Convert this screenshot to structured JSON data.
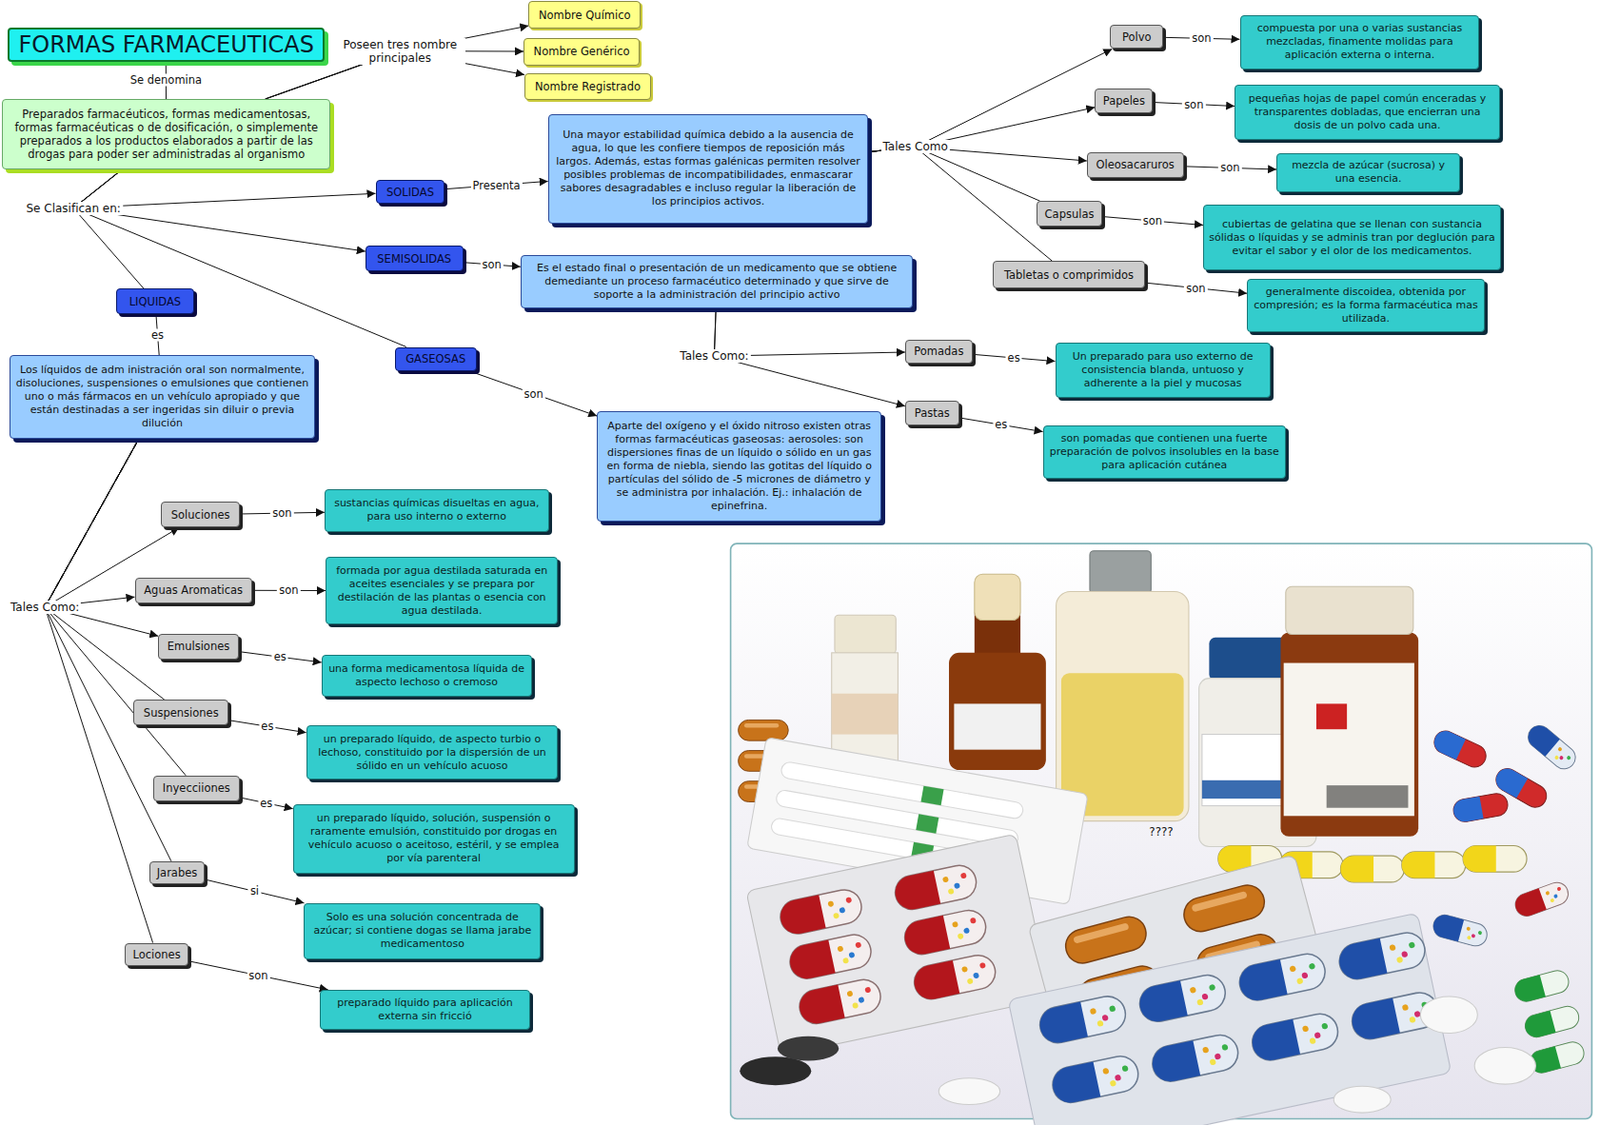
{
  "diagram": {
    "nodes": [
      {
        "text": [
          "FORMAS FARMACEUTICAS"
        ]
      },
      {
        "text": [
          "Nombre Químico"
        ]
      },
      {
        "text": [
          "Nombre Genérico"
        ]
      },
      {
        "text": [
          "Nombre Registrado"
        ]
      },
      {
        "text": [
          "Preparados farmacéuticos, formas medicamentosas, formas farmacéuticas o de dosificación, o simplemente preparados a los productos elaborados a partir de las drogas para poder ser administradas al organismo"
        ]
      },
      {
        "text": [
          "SOLIDAS"
        ]
      },
      {
        "text": [
          "Una mayor estabilidad química debido a la ausencia de agua, lo que les confiere tiempos de reposición más largos. Además, estas formas galénicas permiten resolver posibles problemas de incompatibilidades, enmascarar sabores desagradables e incluso regular la liberación de los principios activos."
        ]
      },
      {
        "text": [
          "Polvo"
        ]
      },
      {
        "text": [
          "compuesta por una o varias sustancias mezcladas, finamente molidas para aplicación externa o interna."
        ]
      },
      {
        "text": [
          "Papeles"
        ]
      },
      {
        "text": [
          "pequeñas hojas de papel común enceradas y transparentes dobladas, que encierran una dosis de un polvo cada una."
        ]
      },
      {
        "text": [
          "Oleosacaruros"
        ]
      },
      {
        "text": [
          "mezcla de azúcar (sucrosa) y una esencia."
        ]
      },
      {
        "text": [
          "Capsulas"
        ]
      },
      {
        "text": [
          "cubiertas de gelatina que se llenan con sustancia sólidas o líquidas y se adminis tran por deglución para evitar el sabor y el olor de los medicamentos."
        ]
      },
      {
        "text": [
          "Tabletas o comprimidos"
        ]
      },
      {
        "text": [
          "generalmente discoidea, obtenida por compresión; es la forma farmacéutica mas utilizada."
        ]
      },
      {
        "text": [
          "SEMISOLIDAS"
        ]
      },
      {
        "text": [
          "Es el estado final o presentación de un medicamento que se obtiene demediante un proceso farmacéutico determinado y que sirve de soporte a la administración del principio activo"
        ]
      },
      {
        "text": [
          "Pomadas"
        ]
      },
      {
        "text": [
          "Un preparado para uso externo de consistencia blanda, untuoso y adherente a la piel y mucosas"
        ]
      },
      {
        "text": [
          "Pastas"
        ]
      },
      {
        "text": [
          "son pomadas que contienen una fuerte preparación de polvos insolubles en la base para aplicación cutánea"
        ]
      },
      {
        "text": [
          "LIQUIDAS"
        ]
      },
      {
        "text": [
          "Los líquidos de adm inistración oral son normalmente, disoluciones, suspensiones o emulsiones que contienen uno o más fármacos en un vehículo apropiado y que están destinadas a ser ingeridas sin diluir o previa dilución"
        ]
      },
      {
        "text": [
          "GASEOSAS"
        ]
      },
      {
        "text": [
          "Aparte del oxígeno y el óxido nitroso existen otras formas farmacéuticas gaseosas: aerosoles: son dispersiones finas de un líquido o sólido en un gas en forma de niebla, siendo las gotitas del líquido o partículas del sólido de -5 micrones de diámetro y se administra por inhalación. Ej.: inhalación de epinefrina."
        ]
      },
      {
        "text": [
          "Soluciones"
        ]
      },
      {
        "text": [
          "sustancias químicas disueltas en agua, para uso interno o externo"
        ]
      },
      {
        "text": [
          "Aguas Aromaticas"
        ]
      },
      {
        "text": [
          "formada por agua destilada saturada en aceites esenciales y se prepara por destilación de las plantas o esencia con agua destilada."
        ]
      },
      {
        "text": [
          "Emulsiones"
        ]
      },
      {
        "text": [
          "una forma medicamentosa líquida de aspecto lechoso o cremoso"
        ]
      },
      {
        "text": [
          "Suspensiones"
        ]
      },
      {
        "text": [
          "un preparado líquido, de aspecto turbio o lechoso, constituido por la dispersión de un sólido en un vehículo acuoso"
        ]
      },
      {
        "text": [
          "Inyecciiones"
        ]
      },
      {
        "text": [
          "un preparado líquido, solución, suspensión o raramente emulsión, constituido por drogas en vehículo acuoso o aceitoso, estéril, y se emplea por vía parenteral"
        ]
      },
      {
        "text": [
          "Jarabes"
        ]
      },
      {
        "text": [
          "Solo es una solución concentrada de azúcar; si contiene dogas se llama jarabe medicamentoso"
        ]
      },
      {
        "text": [
          "Lociones"
        ]
      },
      {
        "text": [
          "preparado líquido para aplicación externa sin fricció"
        ]
      }
    ],
    "edges": [
      {
        "from": 0,
        "to": 4,
        "label": "Se denomina",
        "arrow": "none"
      },
      {
        "from": 4,
        "to": 1,
        "arrow": "to"
      },
      {
        "from": 4,
        "to": 2,
        "arrow": "to"
      },
      {
        "from": 4,
        "to": 3,
        "arrow": "to"
      },
      {
        "from": 4,
        "to": 5,
        "arrow": "to"
      },
      {
        "from": 4,
        "to": 17,
        "arrow": "to"
      },
      {
        "from": 4,
        "to": 23,
        "arrow": "none"
      },
      {
        "from": 4,
        "to": 25,
        "arrow": "none"
      },
      {
        "from": 5,
        "to": 6,
        "label": "Presenta",
        "arrow": "to"
      },
      {
        "from": 6,
        "to": 7,
        "arrow": "to"
      },
      {
        "from": 6,
        "to": 9,
        "arrow": "to"
      },
      {
        "from": 6,
        "to": 11,
        "arrow": "to"
      },
      {
        "from": 6,
        "to": 13,
        "arrow": "none"
      },
      {
        "from": 6,
        "to": 15,
        "arrow": "none"
      },
      {
        "from": 7,
        "to": 8,
        "label": "son",
        "arrow": "to"
      },
      {
        "from": 9,
        "to": 10,
        "label": "son",
        "arrow": "to"
      },
      {
        "from": 11,
        "to": 12,
        "label": "son",
        "arrow": "to"
      },
      {
        "from": 13,
        "to": 14,
        "label": "son",
        "arrow": "to"
      },
      {
        "from": 15,
        "to": 16,
        "label": "son",
        "arrow": "to"
      },
      {
        "from": 17,
        "to": 18,
        "label": "son",
        "arrow": "to"
      },
      {
        "from": 18,
        "to": 19,
        "arrow": "to"
      },
      {
        "from": 18,
        "to": 21,
        "arrow": "to"
      },
      {
        "from": 19,
        "to": 20,
        "label": "es",
        "arrow": "to"
      },
      {
        "from": 21,
        "to": 22,
        "label": "es",
        "arrow": "to"
      },
      {
        "from": 23,
        "to": 24,
        "label": "es",
        "arrow": "none"
      },
      {
        "from": 25,
        "to": 26,
        "label": "son",
        "arrow": "to"
      },
      {
        "from": 24,
        "to": 27,
        "arrow": "to"
      },
      {
        "from": 24,
        "to": 29,
        "arrow": "to"
      },
      {
        "from": 24,
        "to": 31,
        "arrow": "to"
      },
      {
        "from": 24,
        "to": 33,
        "arrow": "none"
      },
      {
        "from": 24,
        "to": 35,
        "arrow": "none"
      },
      {
        "from": 24,
        "to": 37,
        "arrow": "none"
      },
      {
        "from": 24,
        "to": 39,
        "arrow": "none"
      },
      {
        "from": 27,
        "to": 28,
        "label": "son",
        "arrow": "to"
      },
      {
        "from": 29,
        "to": 30,
        "label": "son",
        "arrow": "to"
      },
      {
        "from": 31,
        "to": 32,
        "label": "es",
        "arrow": "to"
      },
      {
        "from": 33,
        "to": 34,
        "label": "es",
        "arrow": "to"
      },
      {
        "from": 35,
        "to": 36,
        "label": "es",
        "arrow": "to"
      },
      {
        "from": 37,
        "to": 38,
        "label": "si",
        "arrow": "to"
      },
      {
        "from": 39,
        "to": 40,
        "label": "son",
        "arrow": "to"
      }
    ],
    "labels": [
      "Poseen tres nombre principales",
      "Se Clasifican en:",
      "Tales Como",
      "Tales Como:",
      "Tales Como:",
      "????"
    ]
  }
}
